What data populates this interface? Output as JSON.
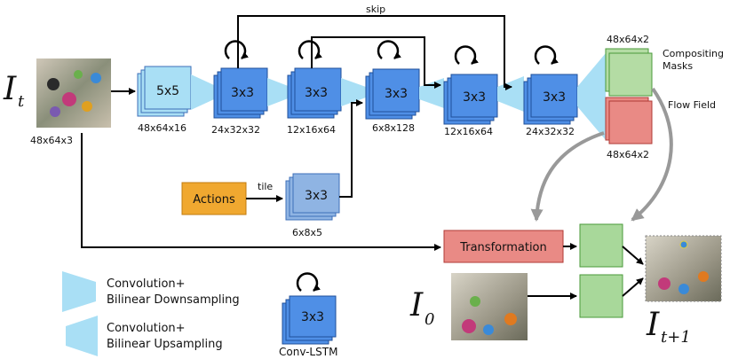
{
  "input_frame": {
    "symbol": "I",
    "subscript": "t",
    "dims": "48x64x3"
  },
  "conv5": {
    "label": "5x5",
    "dims": "48x64x16"
  },
  "encoder": [
    {
      "label": "3x3",
      "dims": "24x32x32"
    },
    {
      "label": "3x3",
      "dims": "12x16x64"
    },
    {
      "label": "3x3",
      "dims": "6x8x128"
    }
  ],
  "decoder": [
    {
      "label": "3x3",
      "dims": "12x16x64"
    },
    {
      "label": "3x3",
      "dims": "24x32x32"
    }
  ],
  "skip_label": "skip",
  "actions": {
    "label": "Actions",
    "tile_label": "tile",
    "conv_label": "3x3",
    "dims": "6x8x5"
  },
  "outputs": {
    "masks_dims": "48x64x2",
    "masks_label_line1": "Compositing",
    "masks_label_line2": "Masks",
    "flow_label": "Flow Field",
    "flow_dims": "48x64x2"
  },
  "transformation_label": "Transformation",
  "initial_frame": {
    "symbol": "I",
    "subscript": "0"
  },
  "output_frame": {
    "symbol": "I",
    "subscript": "t+1"
  },
  "legend": {
    "down_line1": "Convolution+",
    "down_line2": "Bilinear Downsampling",
    "up_line1": "Convolution+",
    "up_line2": "Bilinear Upsampling",
    "lstm_block_label": "3x3",
    "lstm_label": "Conv-LSTM"
  },
  "colors": {
    "block": "#4f8fe6",
    "block_light": "#a9dff5",
    "trapezoid": "#a9dff5",
    "actions": "#f0a830",
    "action_conv": "#8fb4e3",
    "mask": "#b4dca4",
    "flow": "#e98a85",
    "transform": "#e98a85",
    "composite": "#a8d89a"
  }
}
